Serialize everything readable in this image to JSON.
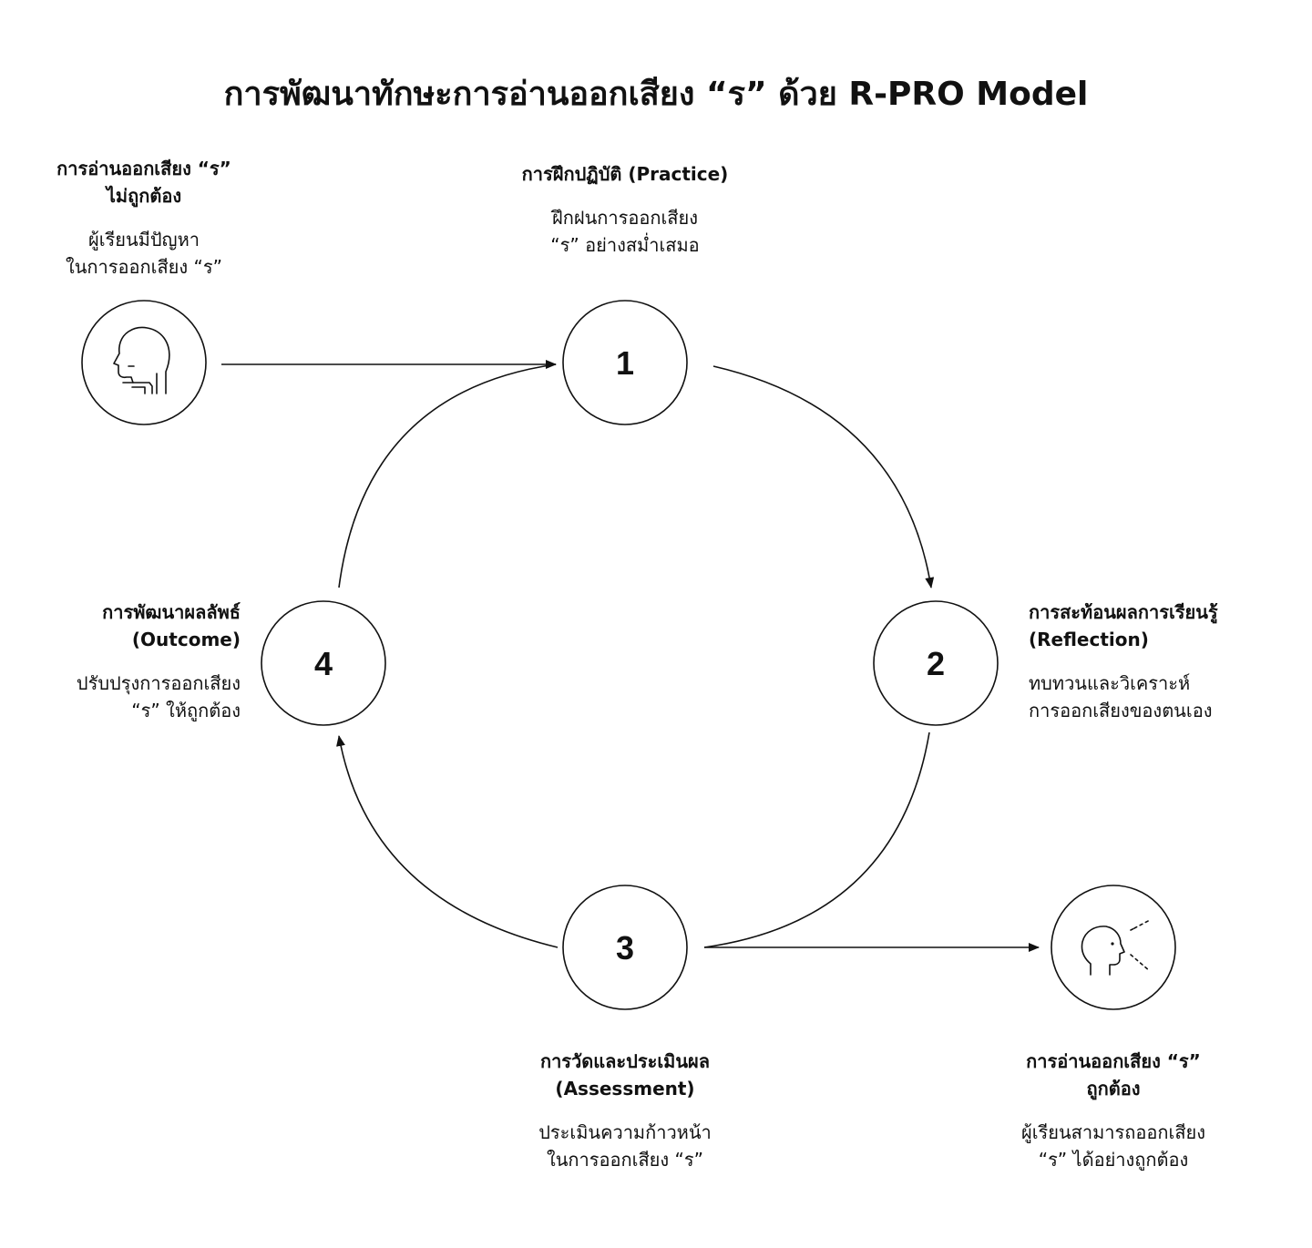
{
  "title": "การพัฒนาทักษะการอ่านออกเสียง “ร” ด้วย R-PRO Model",
  "start": {
    "heading": [
      "การอ่านออกเสียง “ร”",
      "ไม่ถูกต้อง"
    ],
    "description": [
      "ผู้เรียนมีปัญหา",
      "ในการออกเสียง “ร”"
    ],
    "icon": "head-throat-icon"
  },
  "end": {
    "heading": [
      "การอ่านออกเสียง “ร”",
      "ถูกต้อง"
    ],
    "description": [
      "ผู้เรียนสามารถออกเสียง",
      "“ร” ได้อย่างถูกต้อง"
    ],
    "icon": "speaking-head-icon"
  },
  "steps": [
    {
      "number": "1",
      "heading": [
        "การฝึกปฏิบัติ (Practice)"
      ],
      "description": [
        "ฝึกฝนการออกเสียง",
        "“ร” อย่างสม่ำเสมอ"
      ]
    },
    {
      "number": "2",
      "heading": [
        "การสะท้อนผลการเรียนรู้",
        "(Reflection)"
      ],
      "description": [
        "ทบทวนและวิเคราะห์",
        "การออกเสียงของตนเอง"
      ]
    },
    {
      "number": "3",
      "heading": [
        "การวัดและประเมินผล",
        "(Assessment)"
      ],
      "description": [
        "ประเมินความก้าวหน้า",
        "ในการออกเสียง “ร”"
      ]
    },
    {
      "number": "4",
      "heading": [
        "การพัฒนาผลลัพธ์",
        "(Outcome)"
      ],
      "description": [
        "ปรับปรุงการออกเสียง",
        "“ร” ให้ถูกต้อง"
      ]
    }
  ],
  "colors": {
    "stroke": "#111111",
    "background": "#ffffff",
    "text": "#111111"
  }
}
